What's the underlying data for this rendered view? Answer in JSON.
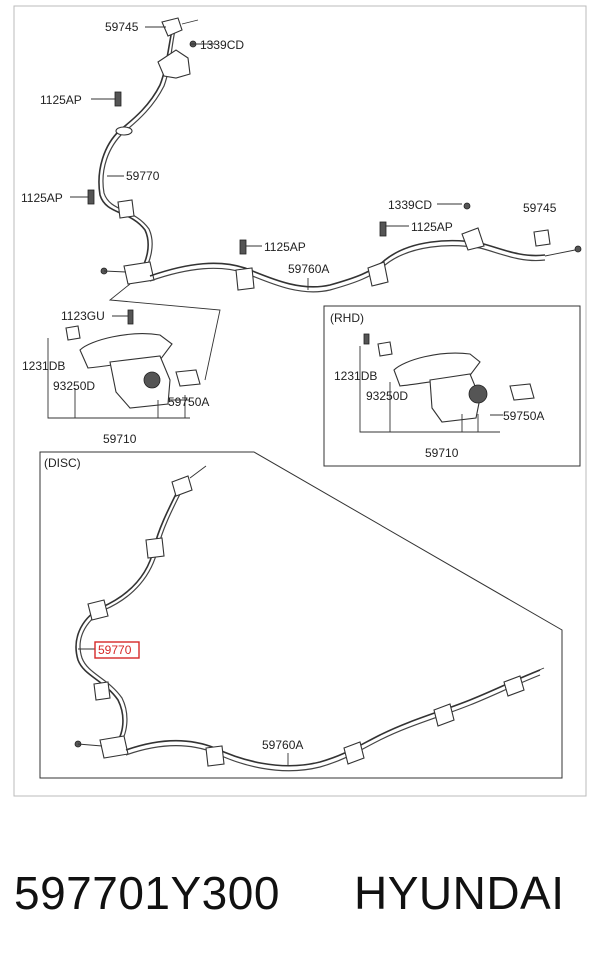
{
  "diagram": {
    "labels": {
      "l59745_top": "59745",
      "l1339cd_top": "1339CD",
      "l1125ap_1": "1125AP",
      "l59770_top": "59770",
      "l1125ap_2": "1125AP",
      "l1339cd_right": "1339CD",
      "l59745_right": "59745",
      "l1125ap_3": "1125AP",
      "l1125ap_4": "1125AP",
      "l59760a_top": "59760A",
      "l1123gu": "1123GU",
      "l1231db_left": "1231DB",
      "l93250d_left": "93250D",
      "l59750a_left": "59750A",
      "l59710_left": "59710",
      "l1231db_rhd": "1231DB",
      "l93250d_rhd": "93250D",
      "l59750a_rhd": "59750A",
      "l59710_rhd": "59710",
      "l59770_disc": "59770",
      "l59760a_disc": "59760A"
    },
    "sections": {
      "rhd": "(RHD)",
      "disc": "(DISC)"
    },
    "highlight_color": "#d62828"
  },
  "caption": {
    "part_number": "597701Y300",
    "brand": "HYUNDAI"
  }
}
